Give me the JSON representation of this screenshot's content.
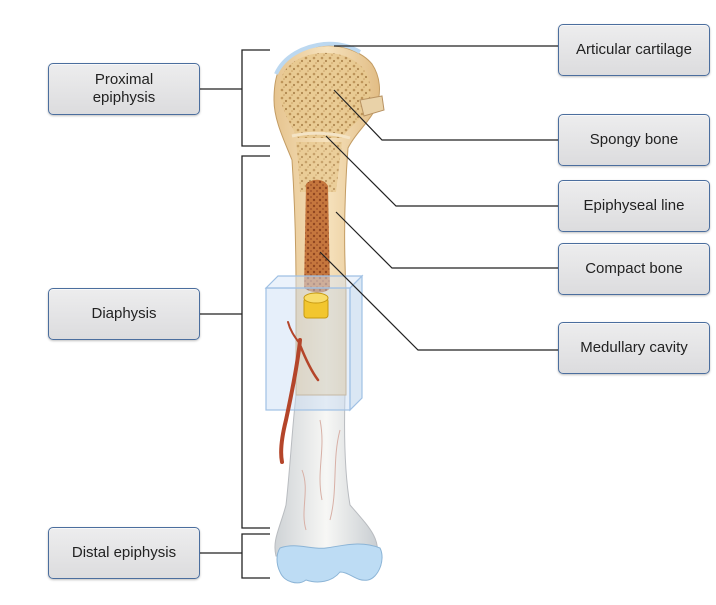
{
  "labels": {
    "proximal_epiphysis": [
      "Proximal",
      "epiphysis"
    ],
    "diaphysis": "Diaphysis",
    "distal_epiphysis": "Distal epiphysis",
    "articular_cartilage": "Articular cartilage",
    "spongy_bone": "Spongy bone",
    "epiphyseal_line": "Epiphyseal line",
    "compact_bone": "Compact bone",
    "medullary_cavity": "Medullary cavity"
  },
  "colors": {
    "bone": "#f0d6a8",
    "spongy": "#d9b77e",
    "marrow": "#c0703a",
    "cartilage": "#bcd8f0",
    "artery": "#b4452a",
    "box_border": "#4b6e9e",
    "leader": "#222222"
  }
}
